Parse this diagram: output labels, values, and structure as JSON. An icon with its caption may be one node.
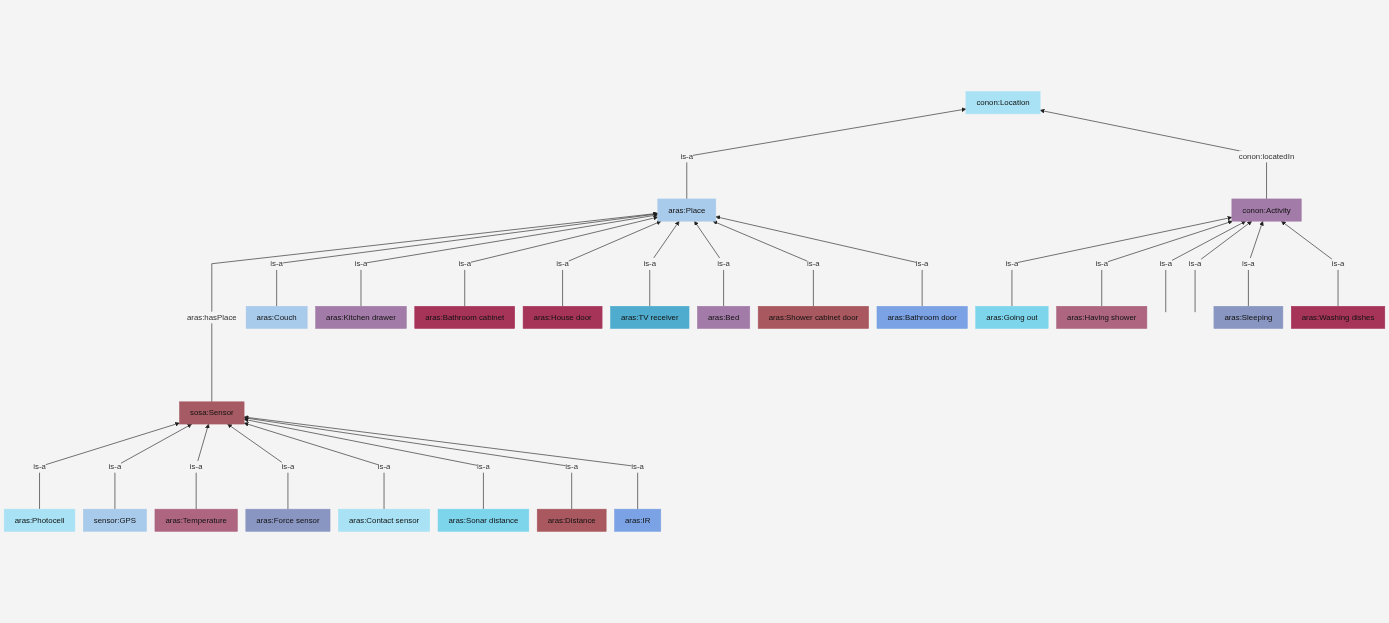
{
  "diagram": {
    "nodes": [
      {
        "text": [
          "aras:Photocell"
        ]
      },
      {
        "text": [
          "sensor:GPS"
        ]
      },
      {
        "text": [
          "sosa:Sensor"
        ]
      },
      {
        "text": [
          "aras:Temperature"
        ]
      },
      {
        "text": [
          "aras:Force sensor"
        ]
      },
      {
        "text": [
          "aras:Couch"
        ]
      },
      {
        "text": [
          "conon:Location"
        ]
      },
      {
        "text": [
          "aras:Contact sensor"
        ]
      },
      {
        "text": [
          "aras:Place"
        ]
      },
      {
        "text": [
          "aras:IR"
        ]
      },
      {
        "text": [
          "aras:Kitchen drawer"
        ]
      },
      {
        "text": [
          "aras:Sonar distance"
        ]
      },
      {
        "text": [
          "aras:House door"
        ]
      },
      {
        "text": [
          "aras:Bathroom cabinet"
        ]
      },
      {
        "text": [
          "conon:Activity"
        ]
      },
      {
        "text": [
          "aras:Distance"
        ]
      },
      {
        "text": [
          "aras:TV receiver"
        ]
      },
      {
        "text": [
          "aras:Going out"
        ]
      },
      {
        "text": [
          "aras:Washing dishes"
        ]
      },
      {
        "text": [
          "aras:Bed"
        ]
      },
      {
        "text": [
          "aras:Shower cabinet door"
        ]
      },
      {
        "text": [
          "aras:Having shower"
        ]
      },
      {
        "text": [
          "aras:Sleeping"
        ]
      },
      {
        "text": [
          "aras:Bathroom door"
        ]
      }
    ],
    "edges": [
      {
        "from": 0,
        "to": 2,
        "arrow": "to",
        "label": "is-a"
      },
      {
        "from": 1,
        "to": 2,
        "arrow": "to",
        "label": "is-a"
      },
      {
        "from": 3,
        "to": 2,
        "arrow": "to",
        "label": "is-a"
      },
      {
        "from": 4,
        "to": 2,
        "arrow": "to",
        "label": "is-a"
      },
      {
        "from": 7,
        "to": 2,
        "arrow": "to",
        "label": "is-a"
      },
      {
        "from": 11,
        "to": 2,
        "arrow": "to",
        "label": "is-a"
      },
      {
        "from": 15,
        "to": 2,
        "arrow": "to",
        "label": "is-a"
      },
      {
        "from": 9,
        "to": 2,
        "arrow": "to",
        "label": "is-a"
      },
      {
        "from": 2,
        "to": 8,
        "arrow": "to",
        "label": "aras:hasPlace"
      },
      {
        "from": 5,
        "to": 8,
        "arrow": "to",
        "label": "is-a"
      },
      {
        "from": 8,
        "to": 6,
        "arrow": "to",
        "label": "is-a"
      },
      {
        "from": 14,
        "to": 6,
        "arrow": "to",
        "label": "conon:locatedIn"
      },
      {
        "from": 10,
        "to": 8,
        "arrow": "to",
        "label": "is-a"
      },
      {
        "from": 13,
        "to": 8,
        "arrow": "to",
        "label": "is-a"
      },
      {
        "from": 12,
        "to": 8,
        "arrow": "to",
        "label": "is-a"
      },
      {
        "from": 16,
        "to": 8,
        "arrow": "to",
        "label": "is-a"
      },
      {
        "from": 19,
        "to": 8,
        "arrow": "to",
        "label": "is-a"
      },
      {
        "from": 20,
        "to": 8,
        "arrow": "to",
        "label": "is-a"
      },
      {
        "from": 23,
        "to": 8,
        "arrow": "to",
        "label": "is-a"
      },
      {
        "from": 17,
        "to": 14,
        "arrow": "to",
        "label": "is-a"
      },
      {
        "from": 21,
        "to": 14,
        "arrow": "to",
        "label": "is-a"
      },
      {
        "from": null,
        "to": 14,
        "arrow": "to",
        "label": "is-a"
      },
      {
        "from": null,
        "to": 14,
        "arrow": "to",
        "label": "is-a"
      },
      {
        "from": 22,
        "to": 14,
        "arrow": "to",
        "label": "is-a"
      },
      {
        "from": 18,
        "to": 14,
        "arrow": "to",
        "label": "is-a"
      }
    ]
  }
}
